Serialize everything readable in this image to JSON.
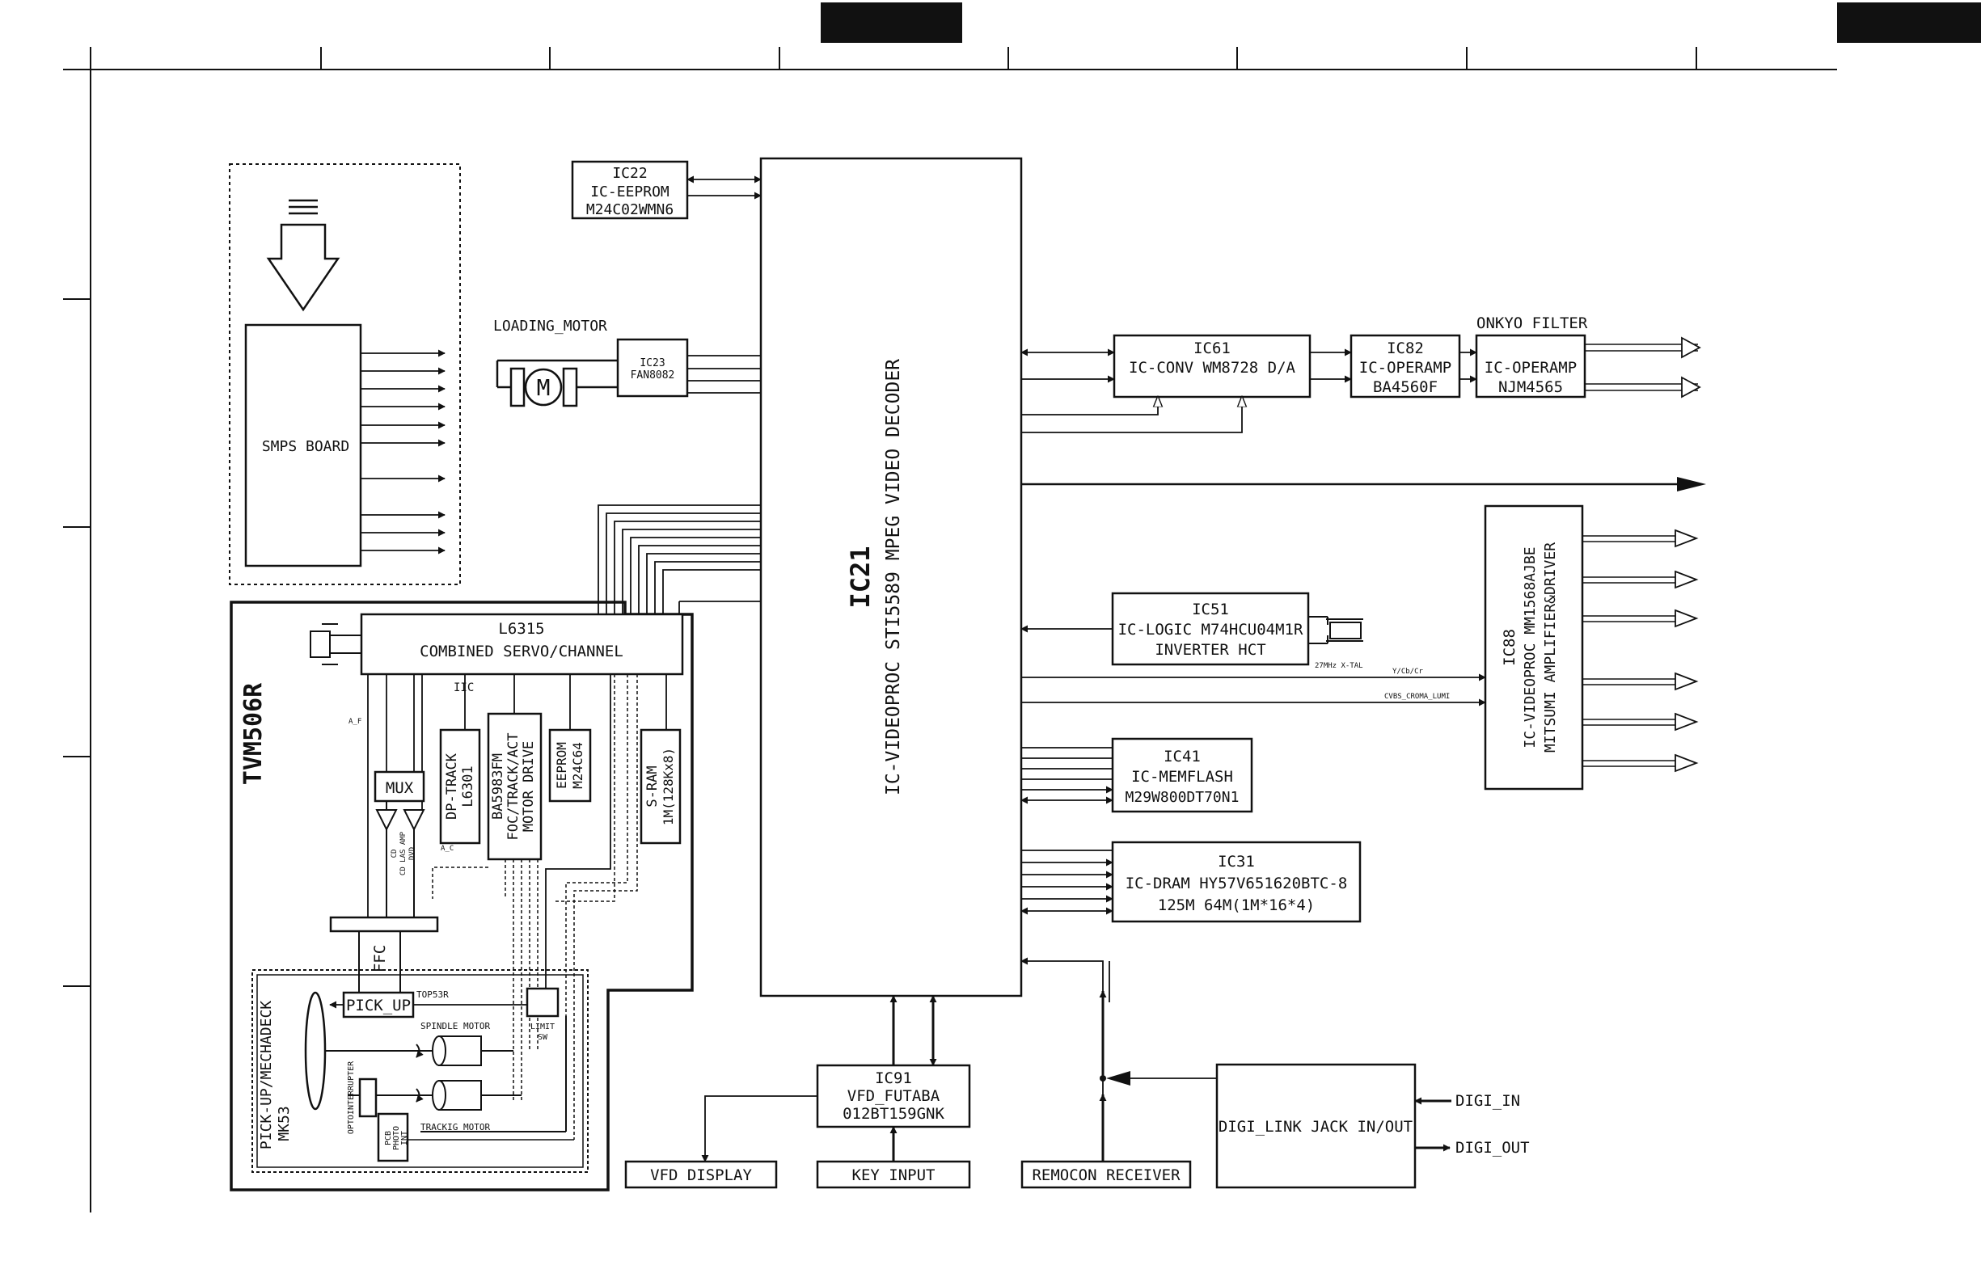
{
  "smps": {
    "label": "SMPS BOARD"
  },
  "ic22": {
    "l1": "IC22",
    "l2": "IC-EEPROM",
    "l3": "M24C02WMN6"
  },
  "loading_motor": {
    "label": "LOADING_MOTOR",
    "m": "M"
  },
  "ic23": {
    "l1": "IC23",
    "l2": "FAN8082"
  },
  "ic21": {
    "l1": "IC21",
    "l2": "IC-VIDEOPROC  STI5589 MPEG VIDEO DECODER"
  },
  "ic61": {
    "l1": "IC61",
    "l2": "IC-CONV  WM8728 D/A"
  },
  "ic82": {
    "l1": "IC82",
    "l2": "IC-OPERAMP",
    "l3": "BA4560F"
  },
  "filter": {
    "label": "ONKYO FILTER",
    "l2": "IC-OPERAMP",
    "l3": "NJM4565"
  },
  "ic88": {
    "l1": "IC88",
    "l2": "IC-VIDEOPROC  MM1568AJBE",
    "l3": "MITSUMI AMPLIFIER&DRIVER"
  },
  "ic51": {
    "l1": "IC51",
    "l2": "IC-LOGIC  M74HCU04M1R",
    "l3": "INVERTER HCT",
    "xtal": "27MHz X-TAL"
  },
  "signals": {
    "ycbcr": "Y/Cb/Cr",
    "cvbs": "CVBS_CROMA_LUMI"
  },
  "ic41": {
    "l1": "IC41",
    "l2": "IC-MEMFLASH",
    "l3": "M29W800DT70N1"
  },
  "ic31": {
    "l1": "IC31",
    "l2": "IC-DRAM  HY57V651620BTC-8",
    "l3": "125M  64M(1M*16*4)"
  },
  "tvm": {
    "label": "TVM506R"
  },
  "l6315": {
    "l1": "L6315",
    "l2": "COMBINED SERVO/CHANNEL"
  },
  "af": "A_F",
  "iic": "IIC",
  "dp": {
    "l1": "DP-TRACK",
    "l2": "L6301"
  },
  "ba": {
    "l1": "BA5983FM",
    "l2": "FOC/TRACK/ACT",
    "l3": "MOTOR DRIVE"
  },
  "eeprom": {
    "l1": "EEPROM",
    "l2": "M24C64"
  },
  "sram": {
    "l1": "S-RAM",
    "l2": "1M(128Kx8)"
  },
  "mux": "MUX",
  "amp": {
    "l1": "CD",
    "l2": "CD LAS AMP",
    "l3": "DVD",
    "ac": "A_C"
  },
  "ffc": "FFC",
  "pickup": {
    "label": "PICK_UP",
    "top": "TOP53R",
    "limit1": "LIMIT",
    "limit2": "SW"
  },
  "spindle": "SPINDLE MOTOR",
  "tracking": "TRACKIG MOTOR",
  "opto": "OPTOINTERRUPTER",
  "pcb": {
    "l1": "PCB",
    "l2": "PHOTO",
    "l3": "INT"
  },
  "mechadeck": {
    "l1": "PICK-UP/MECHADECK",
    "l2": "MK53"
  },
  "ic91": {
    "l1": "IC91",
    "l2": "VFD_FUTABA",
    "l3": "012BT159GNK"
  },
  "vfd": "VFD DISPLAY",
  "key": "KEY INPUT",
  "remocon": "REMOCON RECEIVER",
  "digilink": "DIGI_LINK JACK IN/OUT",
  "digi_in": "DIGI_IN",
  "digi_out": "DIGI_OUT"
}
